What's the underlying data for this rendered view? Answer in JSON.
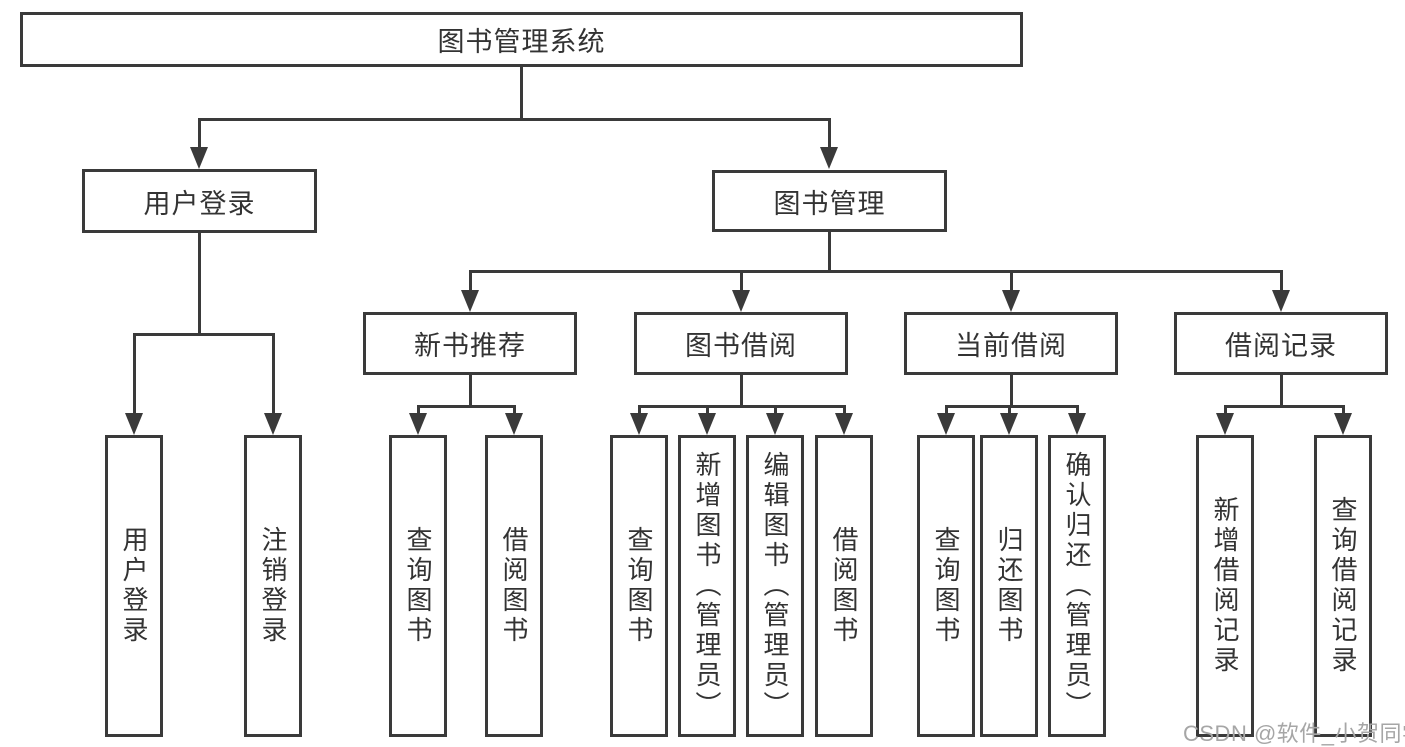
{
  "nodes": {
    "root": "图书管理系统",
    "user_login": "用户登录",
    "book_management": "图书管理",
    "new_book_recommend": "新书推荐",
    "book_borrowing": "图书借阅",
    "current_borrowing": "当前借阅",
    "borrowing_records": "借阅记录",
    "leaf_user_login": "用户登录",
    "leaf_logout": "注销登录",
    "leaf_rec_query_books": "查询图书",
    "leaf_rec_borrow_books": "借阅图书",
    "leaf_bb_query_books": "查询图书",
    "leaf_bb_add_books": "新增图书（管理员）",
    "leaf_bb_edit_books": "编辑图书（管理员）",
    "leaf_bb_borrow_books": "借阅图书",
    "leaf_cb_query_books": "查询图书",
    "leaf_cb_return_books": "归还图书",
    "leaf_cb_confirm_return": "确认归还（管理员）",
    "leaf_br_add_record": "新增借阅记录",
    "leaf_br_query_record": "查询借阅记录"
  },
  "watermark": "CSDN @软件_小贺同学",
  "colors": {
    "line": "#3a3a3a",
    "text": "#333333",
    "watermark": "#a6a6a6",
    "background": "#ffffff"
  }
}
